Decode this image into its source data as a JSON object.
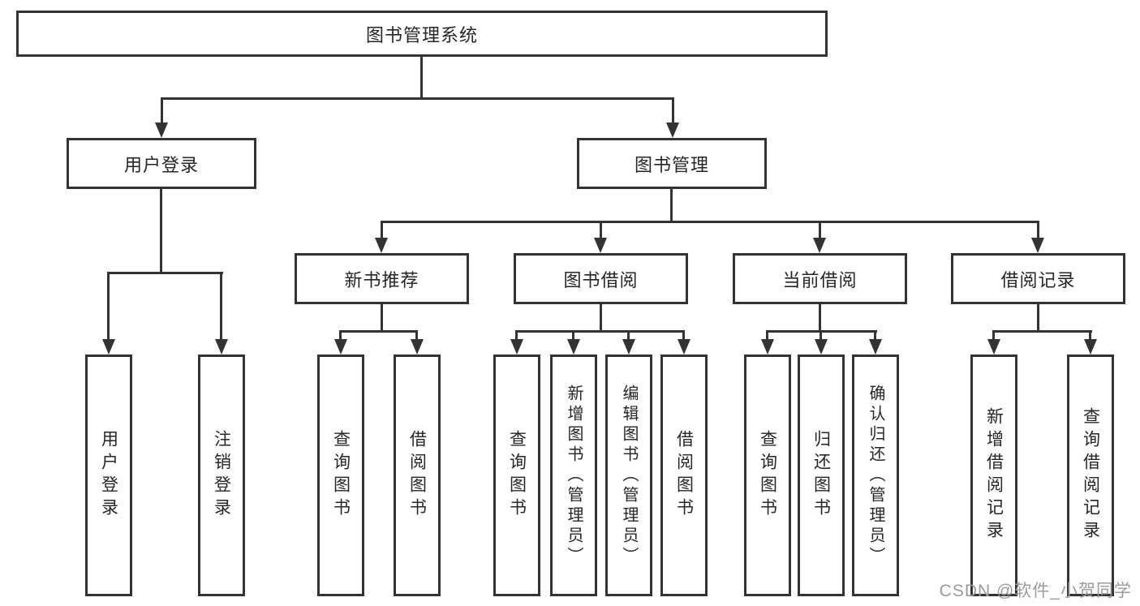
{
  "watermark": "CSDN @软件_小贺同学",
  "colors": {
    "line": "#333333",
    "box_border": "#333333",
    "text": "#262626",
    "watermark": "#9b9b9b",
    "background": "#ffffff"
  },
  "tree": {
    "root": "图书管理系统",
    "children": [
      {
        "label": "用户登录",
        "children": [
          "用户登录",
          "注销登录"
        ]
      },
      {
        "label": "图书管理",
        "children": [
          {
            "label": "新书推荐",
            "children": [
              "查询图书",
              "借阅图书"
            ]
          },
          {
            "label": "图书借阅",
            "children": [
              "查询图书",
              "新增图书（管理员）",
              "编辑图书（管理员）",
              "借阅图书"
            ]
          },
          {
            "label": "当前借阅",
            "children": [
              "查询图书",
              "归还图书",
              "确认归还（管理员）"
            ]
          },
          {
            "label": "借阅记录",
            "children": [
              "新增借阅记录",
              "查询借阅记录"
            ]
          }
        ]
      }
    ]
  }
}
